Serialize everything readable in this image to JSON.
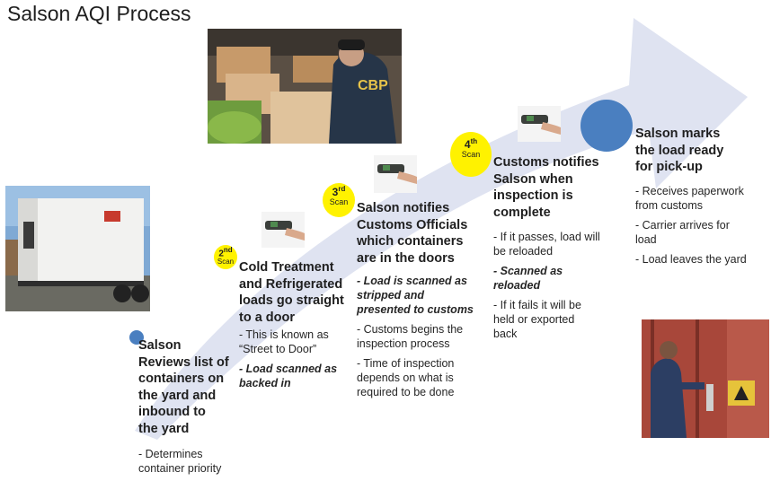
{
  "title": "Salson AQI Process",
  "colors": {
    "arrow": "#dfe3f1",
    "dot": "#4a7fc0",
    "badge": "#fff200"
  },
  "steps": [
    {
      "heading": [
        "Salson",
        "Reviews list of",
        "containers on",
        "the yard and",
        "inbound to",
        "the yard"
      ],
      "bullets": [
        "- Determines container priority"
      ]
    },
    {
      "badge": {
        "num": "2",
        "sup": "nd",
        "label": "Scan"
      },
      "heading": [
        "Cold Treatment",
        "and Refrigerated",
        "loads go straight",
        "to a door"
      ],
      "bullets": [
        "- This is known as “Street to Door”"
      ],
      "emphasis": "- Load scanned as backed in"
    },
    {
      "badge": {
        "num": "3",
        "sup": "rd",
        "label": "Scan"
      },
      "heading": [
        "Salson notifies",
        "Customs Officials",
        "which containers",
        "are in the doors"
      ],
      "emphasis": "- Load is scanned as stripped and presented to customs",
      "bullets": [
        "- Customs begins the inspection process",
        "- Time of inspection depends on what is required to be done"
      ]
    },
    {
      "badge": {
        "num": "4",
        "sup": "th",
        "label": "Scan"
      },
      "heading": [
        "Customs notifies",
        "Salson when",
        "inspection is",
        "complete"
      ],
      "bullets": [
        "- If it passes, load will be reloaded"
      ],
      "emphasis": "- Scanned as reloaded",
      "bullets2": [
        "- If it fails it will be held or exported back"
      ]
    },
    {
      "heading": [
        "Salson marks",
        "the load ready",
        "for pick-up"
      ],
      "bullets": [
        "- Receives paperwork from customs",
        "- Carrier arrives for load",
        "- Load leaves the yard"
      ]
    }
  ],
  "photos": {
    "officer_caption": "CBP"
  }
}
